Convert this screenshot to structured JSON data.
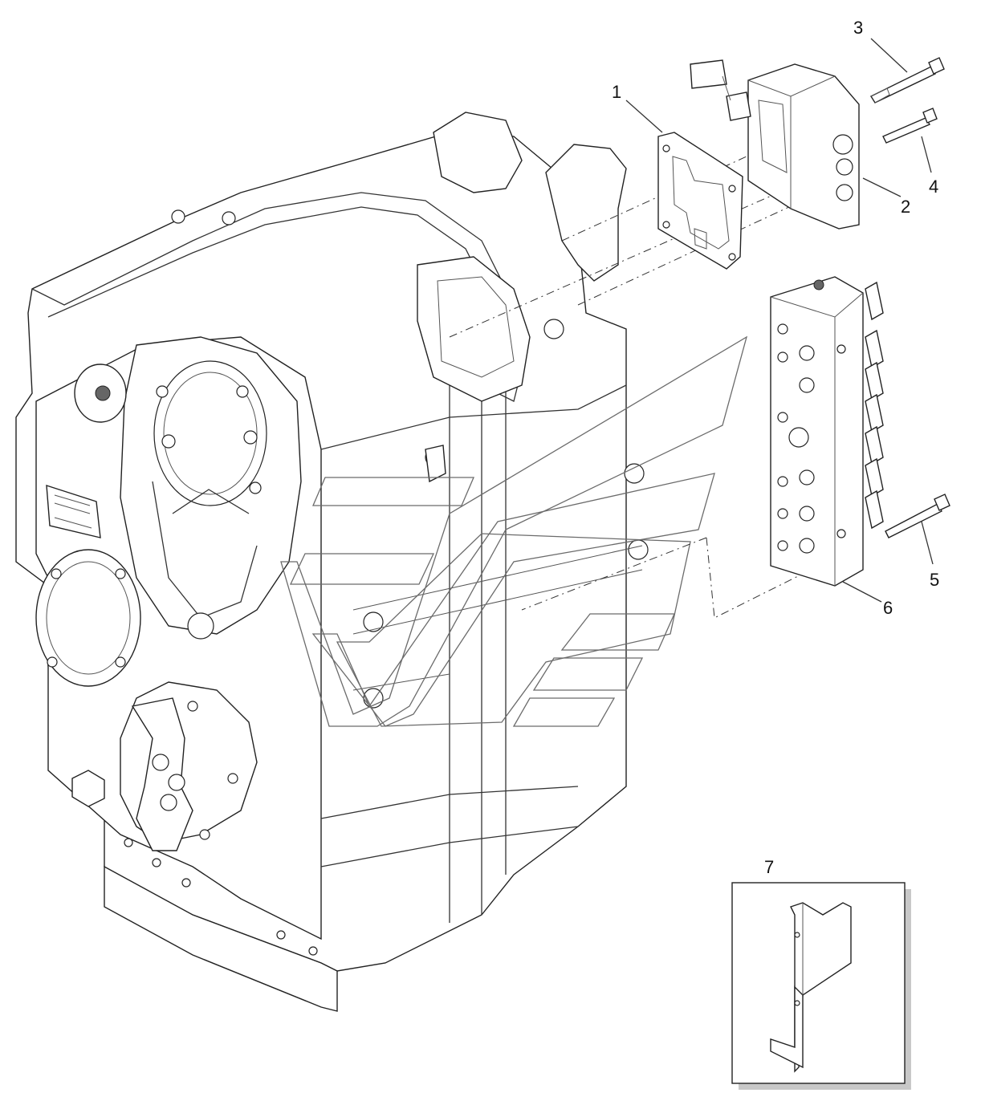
{
  "callouts": [
    {
      "id": "1",
      "label": "1"
    },
    {
      "id": "2",
      "label": "2"
    },
    {
      "id": "3",
      "label": "3"
    },
    {
      "id": "4",
      "label": "4"
    },
    {
      "id": "5",
      "label": "5"
    },
    {
      "id": "6",
      "label": "6"
    },
    {
      "id": "7",
      "label": "7"
    }
  ],
  "colors": {
    "line": "#222222",
    "background": "#ffffff",
    "watermark": "#6b6b6b"
  }
}
